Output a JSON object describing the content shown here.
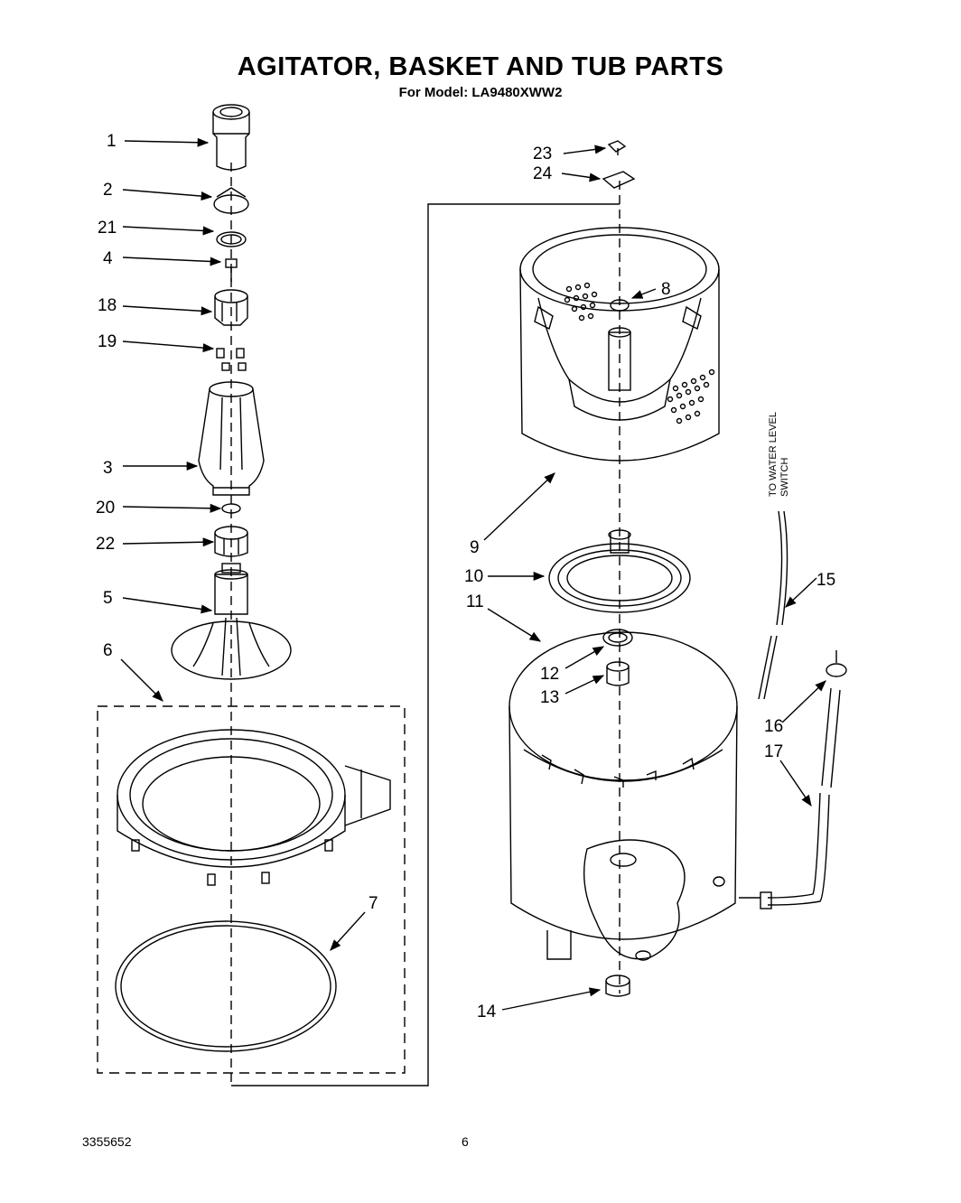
{
  "header": {
    "title": "AGITATOR, BASKET AND TUB PARTS",
    "model_line": "For Model: LA9480XWW2"
  },
  "note": {
    "line1": "TO WATER LEVEL",
    "line2": "SWITCH"
  },
  "callouts": {
    "c1": "1",
    "c2": "2",
    "c21": "21",
    "c4": "4",
    "c18": "18",
    "c19": "19",
    "c3": "3",
    "c20": "20",
    "c22": "22",
    "c5": "5",
    "c6": "6",
    "c7": "7",
    "c23": "23",
    "c24": "24",
    "c8": "8",
    "c9": "9",
    "c10": "10",
    "c11": "11",
    "c12": "12",
    "c13": "13",
    "c14": "14",
    "c15": "15",
    "c16": "16",
    "c17": "17"
  },
  "footer": {
    "doc_number": "3355652",
    "page_number": "6"
  }
}
